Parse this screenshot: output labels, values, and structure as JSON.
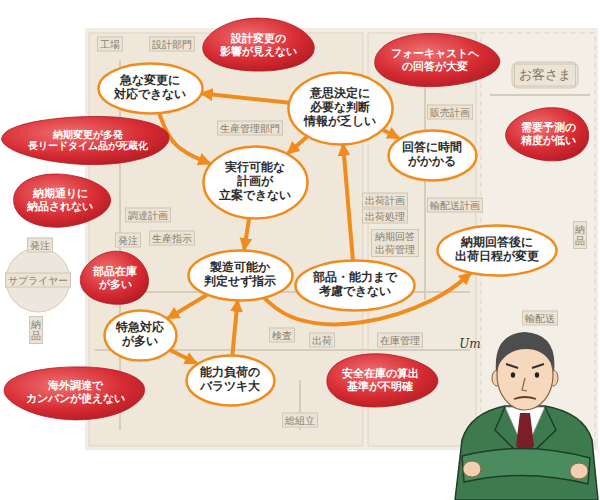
{
  "diagram": {
    "nodes": [
      {
        "text": [
          "設計変更の 影響が見えない"
        ]
      },
      {
        "text": [
          "フォーキャストへ の回答が大変"
        ]
      },
      {
        "text": [
          "急な変更に 対応できない"
        ]
      },
      {
        "text": [
          "意思決定に 必要な判断 情報が乏しい"
        ]
      },
      {
        "text": [
          "納期変更が多発 長リードタイム品が死蔵化"
        ]
      },
      {
        "text": [
          "需要予測の 精度が低い"
        ]
      },
      {
        "text": [
          "回答に時間 がかかる"
        ]
      },
      {
        "text": [
          "実行可能な 計画が 立案できない"
        ]
      },
      {
        "text": [
          "納期通りに 納品されない"
        ]
      },
      {
        "text": [
          "製造可能か 判定せず指示"
        ]
      },
      {
        "text": [
          "部品・能力まで 考慮できない"
        ]
      },
      {
        "text": [
          "納期回答後に 出荷日程が変更"
        ]
      },
      {
        "text": [
          "部品在庫 が多い"
        ]
      },
      {
        "text": [
          "特急対応 が多い"
        ]
      },
      {
        "text": [
          "安全在庫の算出 基準が不明確"
        ]
      },
      {
        "text": [
          "能力負荷の バラツキ大"
        ]
      },
      {
        "text": [
          "海外調達で カンバンが使えない"
        ]
      }
    ],
    "edges": [
      {
        "from": 3,
        "to": 2,
        "arrow": "to"
      },
      {
        "from": 3,
        "to": 7,
        "arrow": "to"
      },
      {
        "from": 3,
        "to": 6,
        "arrow": "to"
      },
      {
        "from": 2,
        "to": 7,
        "arrow": "to"
      },
      {
        "from": 7,
        "to": 9,
        "arrow": "to"
      },
      {
        "from": 10,
        "to": 3,
        "arrow": "to"
      },
      {
        "from": 9,
        "to": 13,
        "arrow": "to"
      },
      {
        "from": 9,
        "to": 11,
        "arrow": "to"
      },
      {
        "from": 13,
        "to": 15,
        "arrow": "to"
      },
      {
        "from": 15,
        "to": 9,
        "arrow": "to"
      }
    ],
    "labels": [
      "工場",
      "設計部門",
      "生産管理部門",
      "調達計画",
      "生産指示",
      "発注",
      "発注",
      "サプライヤー",
      "納品",
      "検査",
      "出荷",
      "在庫管理",
      "総組立",
      "販売計画",
      "出荷計画",
      "出荷処理",
      "納期回答 出荷管理",
      "輸配送計画",
      "お客さま",
      "納品",
      "輸配送",
      "Um"
    ]
  }
}
